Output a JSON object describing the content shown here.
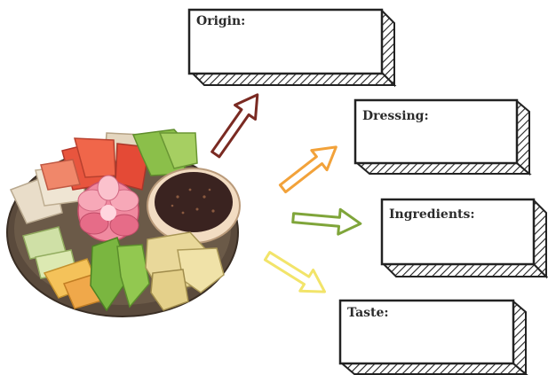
{
  "boxes": {
    "origin": {
      "label": "Origin:"
    },
    "dressing": {
      "label": "Dressing:"
    },
    "ingredients": {
      "label": "Ingredients:"
    },
    "taste": {
      "label": "Taste:"
    }
  },
  "arrows": {
    "origin": {
      "color": "#7a2a22"
    },
    "dressing": {
      "color": "#f2a23a"
    },
    "ingredients": {
      "color": "#7fa53a"
    },
    "taste": {
      "color": "#f2e46a"
    }
  },
  "illustration": {
    "subject": "rojak-platter-with-dipping-sauce"
  }
}
